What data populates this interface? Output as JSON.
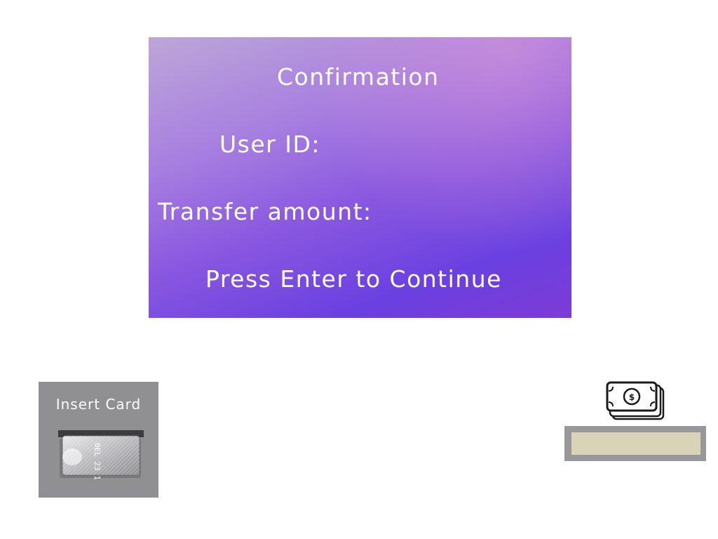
{
  "screen": {
    "title": "Confirmation",
    "user_id_label": "User ID:",
    "transfer_amount_label": "Transfer amount:",
    "prompt": "Press Enter to Continue"
  },
  "card_slot": {
    "label": "Insert Card",
    "icon": "credit-card-icon"
  },
  "cash": {
    "icon": "cash-stack-icon",
    "symbol": "$"
  },
  "colors": {
    "screen_gradient_start": "#bda6d8",
    "screen_gradient_end": "#6a40e0",
    "card_slot_bg": "#908f92",
    "cash_tray_bg": "#98979a",
    "cash_tray_slot": "#d9d4b8"
  }
}
